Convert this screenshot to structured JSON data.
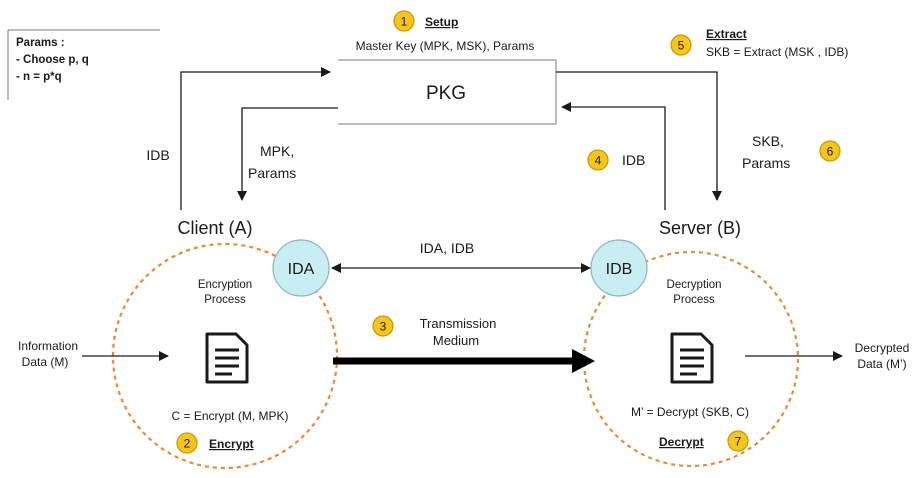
{
  "params_box": {
    "title": "Params :",
    "line1": "- Choose p, q",
    "line2": "- n = p*q"
  },
  "setup": {
    "num": "1",
    "label": "Setup",
    "detail": "Master Key (MPK, MSK), Params"
  },
  "pkg": {
    "label": "PKG"
  },
  "extract": {
    "num": "5",
    "label": "Extract",
    "detail": "SKB = Extract (MSK , IDB)"
  },
  "client": {
    "label": "Client (A)",
    "id": "IDA",
    "process": [
      "Encryption",
      "Process"
    ],
    "formula": "C = Encrypt (M, MPK)",
    "step_num": "2",
    "step_label": "Encrypt"
  },
  "server": {
    "label": "Server (B)",
    "id": "IDB",
    "process": [
      "Decryption",
      "Process"
    ],
    "formula": "M’ = Decrypt (SKB, C)",
    "step_num": "7",
    "step_label": "Decrypt"
  },
  "client_to_pkg": {
    "label": "IDB"
  },
  "pkg_to_client": {
    "line1": "MPK,",
    "line2": "Params"
  },
  "server_to_pkg": {
    "num": "4",
    "label": "IDB"
  },
  "pkg_to_server": {
    "line1": "SKB,",
    "line2": "Params",
    "num": "6"
  },
  "id_exchange": {
    "label": "IDA, IDB"
  },
  "transmission": {
    "num": "3",
    "line1": "Transmission",
    "line2": "Medium"
  },
  "input": {
    "line1": "Information",
    "line2": "Data (M)"
  },
  "output": {
    "line1": "Decrypted",
    "line2": "Data (M’)"
  },
  "colors": {
    "badge": "#f5c518",
    "id_circle": "#c8eef3",
    "dashed_circle": "#e88a3a"
  }
}
